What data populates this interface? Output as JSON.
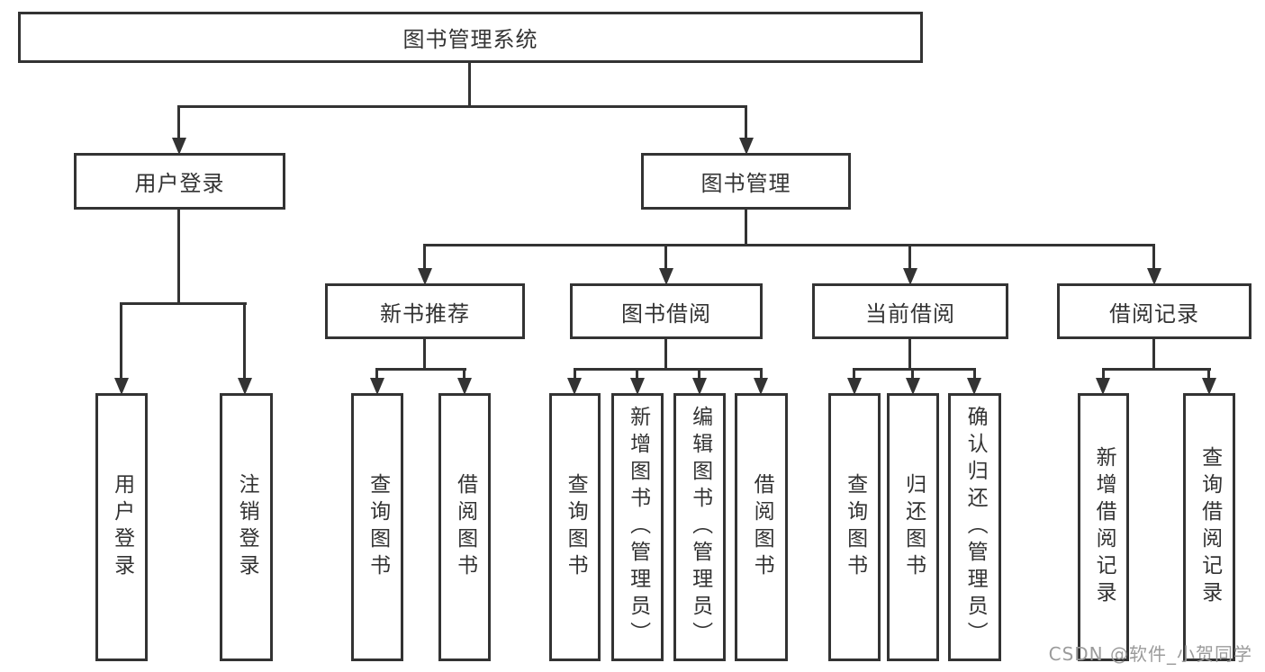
{
  "tree": {
    "root": "图书管理系统",
    "branches": [
      {
        "label": "用户登录",
        "children": [
          "用户登录",
          "注销登录"
        ]
      },
      {
        "label": "图书管理",
        "children": [
          {
            "label": "新书推荐",
            "children": [
              "查询图书",
              "借阅图书"
            ]
          },
          {
            "label": "图书借阅",
            "children": [
              "查询图书",
              "新增图书（管理员）",
              "编辑图书（管理员）",
              "借阅图书"
            ]
          },
          {
            "label": "当前借阅",
            "children": [
              "查询图书",
              "归还图书",
              "确认归还（管理员）"
            ]
          },
          {
            "label": "借阅记录",
            "children": [
              "新增借阅记录",
              "查询借阅记录"
            ]
          }
        ]
      }
    ]
  },
  "watermark": "CSDN @软件_小贺同学",
  "colors": {
    "line": "#333333",
    "box_border": "#333333",
    "box_bg": "#ffffff",
    "text": "#333333",
    "watermark": "#9b9b9b"
  }
}
